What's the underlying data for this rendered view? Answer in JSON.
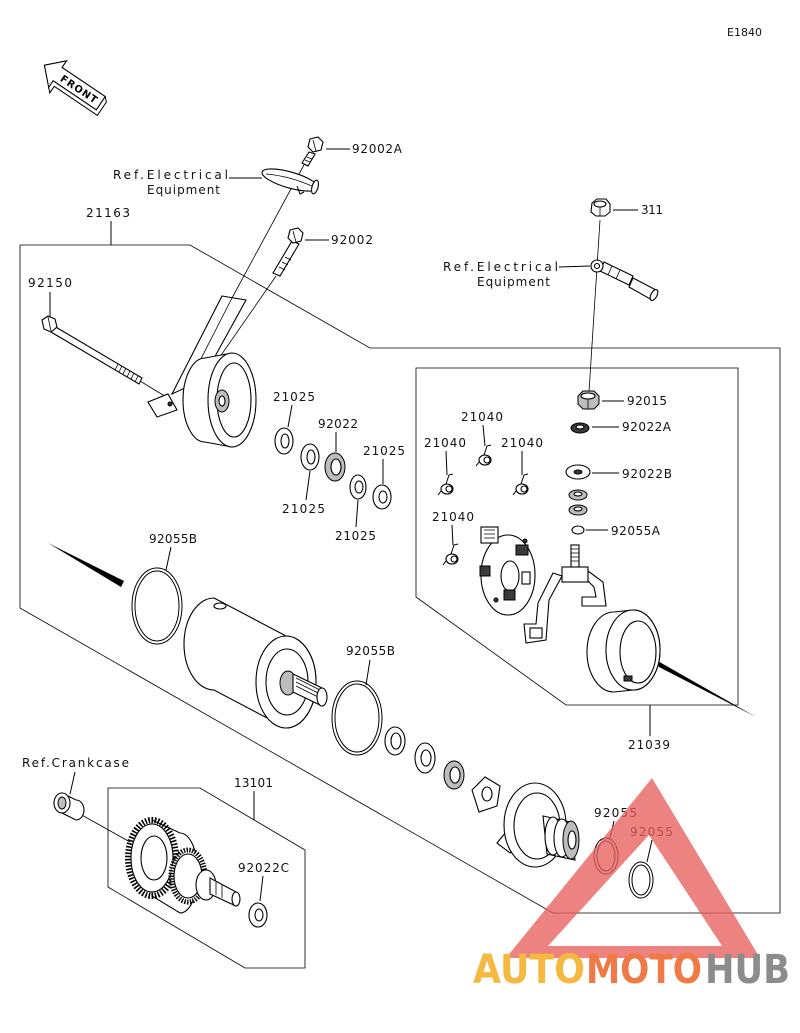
{
  "diagram_code": "E1840",
  "front_label": "FRONT",
  "callouts": [
    "92002A",
    "21163",
    "92002",
    "311",
    "92150",
    "92015",
    "92022A",
    "92022B",
    "92055A",
    "21025",
    "92022",
    "21025",
    "21025",
    "21025",
    "21040",
    "21040",
    "21040",
    "21040",
    "92055B",
    "92055B",
    "21039",
    "13101",
    "92022C",
    "92055",
    "92055"
  ],
  "references": [
    {
      "line1": "Ref.Electrical",
      "line2": "Equipment"
    },
    {
      "line1": "Ref.Electrical",
      "line2": "Equipment"
    },
    {
      "line1": "Ref.Crankcase"
    }
  ],
  "watermark": {
    "part1": "AUTO",
    "part2": "MOTO",
    "part3": "HUB"
  },
  "colors": {
    "line": "#000000",
    "background": "#ffffff",
    "watermark_triangle": "#e8605e",
    "watermark_auto": "#f5b942",
    "watermark_moto": "#f07a45",
    "watermark_hub": "#8c8c8c"
  }
}
